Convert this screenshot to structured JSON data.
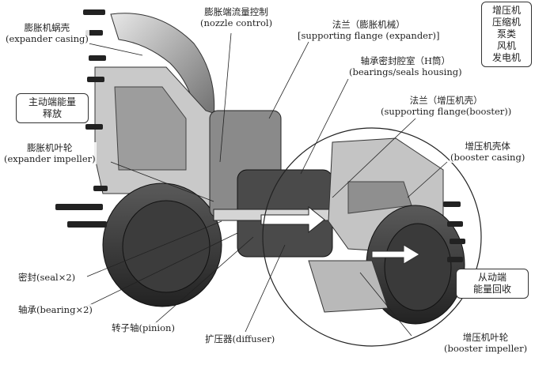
{
  "labels": {
    "expander_casing": {
      "cn": "膨胀机蜗壳",
      "en": "(expander casing)"
    },
    "nozzle_control": {
      "cn": "膨胀端流量控制",
      "en": "(nozzle control)"
    },
    "supporting_flange_expander": {
      "cn": "法兰（膨胀机械）",
      "en": "[supporting flange (expander)]"
    },
    "bearings_housing": {
      "cn": "轴承密封腔室（H筒）",
      "en": "(bearings/seals housing)"
    },
    "supporting_flange_booster": {
      "cn": "法兰（增压机壳）",
      "en": "(supporting flange(booster))"
    },
    "booster_casing": {
      "cn": "增压机壳体",
      "en": "(booster casing)"
    },
    "expander_impeller": {
      "cn": "膨胀机叶轮",
      "en": "(expander impeller)"
    },
    "seal": {
      "text": "密封(seal×2)"
    },
    "bearing": {
      "text": "轴承(bearing×2)"
    },
    "pinion": {
      "text": "转子轴(pinion)"
    },
    "diffuser": {
      "text": "扩压器(diffuser)"
    },
    "booster_impeller": {
      "cn": "增压机叶轮",
      "en": "(booster impeller)"
    }
  },
  "boxes": {
    "applications": [
      "增压机",
      "压缩机",
      "泵类",
      "风机",
      "发电机"
    ],
    "active_energy_release": [
      "主动端能量",
      "释放"
    ],
    "driven_energy_recovery": [
      "从动端",
      "能量回收"
    ]
  }
}
